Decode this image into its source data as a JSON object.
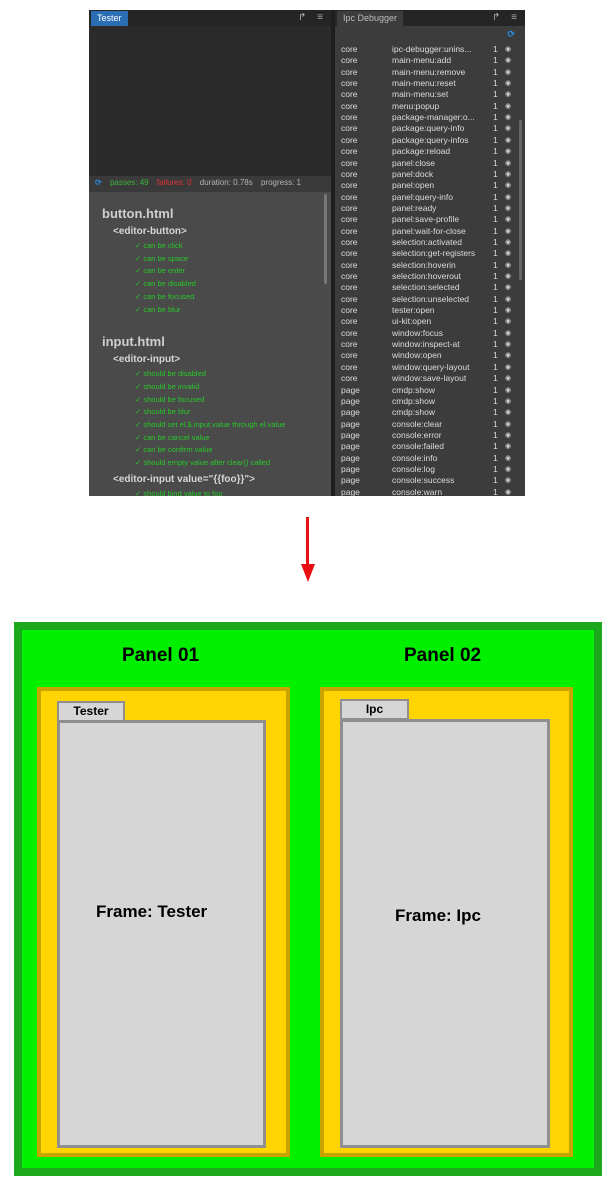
{
  "tester": {
    "tab_label": "Tester",
    "tab_icons": "↱ ≡",
    "status": {
      "passes": "passes: 49",
      "failures": "failures: 0",
      "duration": "duration: 0.78s",
      "progress": "progress: 1"
    },
    "suites": [
      {
        "title": "button.html",
        "groups": [
          {
            "name": "<editor-button>",
            "tests": [
              "can be click",
              "can be space",
              "can be enter",
              "can be disabled",
              "can be focused",
              "can be blur"
            ]
          }
        ]
      },
      {
        "title": "input.html",
        "groups": [
          {
            "name": "<editor-input>",
            "tests": [
              "should be disabled",
              "should be invalid",
              "should be focused",
              "should be blur",
              "should set el.$.input.value through el.value",
              "can be cancel value",
              "can be confirm value",
              "should empty value after clear() called"
            ]
          },
          {
            "name": "<editor-input value=\"{{foo}}\">",
            "tests": [
              "should bind value to foo"
            ]
          }
        ]
      }
    ]
  },
  "ipc": {
    "tab_label": "Ipc Debugger",
    "tab_icons": "↱ ≡",
    "rows": [
      [
        "core",
        "ipc-debugger:unins...",
        "1"
      ],
      [
        "core",
        "main-menu:add",
        "1"
      ],
      [
        "core",
        "main-menu:remove",
        "1"
      ],
      [
        "core",
        "main-menu:reset",
        "1"
      ],
      [
        "core",
        "main-menu:set",
        "1"
      ],
      [
        "core",
        "menu:popup",
        "1"
      ],
      [
        "core",
        "package-manager:o...",
        "1"
      ],
      [
        "core",
        "package:query-info",
        "1"
      ],
      [
        "core",
        "package:query-infos",
        "1"
      ],
      [
        "core",
        "package:reload",
        "1"
      ],
      [
        "core",
        "panel:close",
        "1"
      ],
      [
        "core",
        "panel:dock",
        "1"
      ],
      [
        "core",
        "panel:open",
        "1"
      ],
      [
        "core",
        "panel:query-info",
        "1"
      ],
      [
        "core",
        "panel:ready",
        "1"
      ],
      [
        "core",
        "panel:save-profile",
        "1"
      ],
      [
        "core",
        "panel:wait-for-close",
        "1"
      ],
      [
        "core",
        "selection:activated",
        "1"
      ],
      [
        "core",
        "selection:get-registers",
        "1"
      ],
      [
        "core",
        "selection:hoverin",
        "1"
      ],
      [
        "core",
        "selection:hoverout",
        "1"
      ],
      [
        "core",
        "selection:selected",
        "1"
      ],
      [
        "core",
        "selection:unselected",
        "1"
      ],
      [
        "core",
        "tester:open",
        "1"
      ],
      [
        "core",
        "ui-kit:open",
        "1"
      ],
      [
        "core",
        "window:focus",
        "1"
      ],
      [
        "core",
        "window:inspect-at",
        "1"
      ],
      [
        "core",
        "window:open",
        "1"
      ],
      [
        "core",
        "window:query-layout",
        "1"
      ],
      [
        "core",
        "window:save-layout",
        "1"
      ],
      [
        "page",
        "cmdp:show",
        "1"
      ],
      [
        "page",
        "cmdp:show",
        "1"
      ],
      [
        "page",
        "cmdp:show",
        "1"
      ],
      [
        "page",
        "console:clear",
        "1"
      ],
      [
        "page",
        "console:error",
        "1"
      ],
      [
        "page",
        "console:failed",
        "1"
      ],
      [
        "page",
        "console:info",
        "1"
      ],
      [
        "page",
        "console:log",
        "1"
      ],
      [
        "page",
        "console:success",
        "1"
      ],
      [
        "page",
        "console:warn",
        "1"
      ]
    ]
  },
  "diagram": {
    "panel1_title": "Panel 01",
    "panel2_title": "Panel 02",
    "tab1": "Tester",
    "tab2": "Ipc",
    "frame1": "Frame: Tester",
    "frame2": "Frame: Ipc"
  },
  "colors": {
    "outer_fill": "#00f000",
    "outer_border": "#1ca81c",
    "panel_fill": "#ffd400",
    "frame_fill": "#d6d6d6",
    "arrow": "#e81010",
    "pass_green": "#28c828",
    "failure_red": "#e03030",
    "active_tab": "#2a6fb3"
  },
  "icons": [
    "refresh-icon",
    "popout-icon",
    "menu-icon",
    "checkmark-icon",
    "eye-icon",
    "down-arrow-icon"
  ]
}
